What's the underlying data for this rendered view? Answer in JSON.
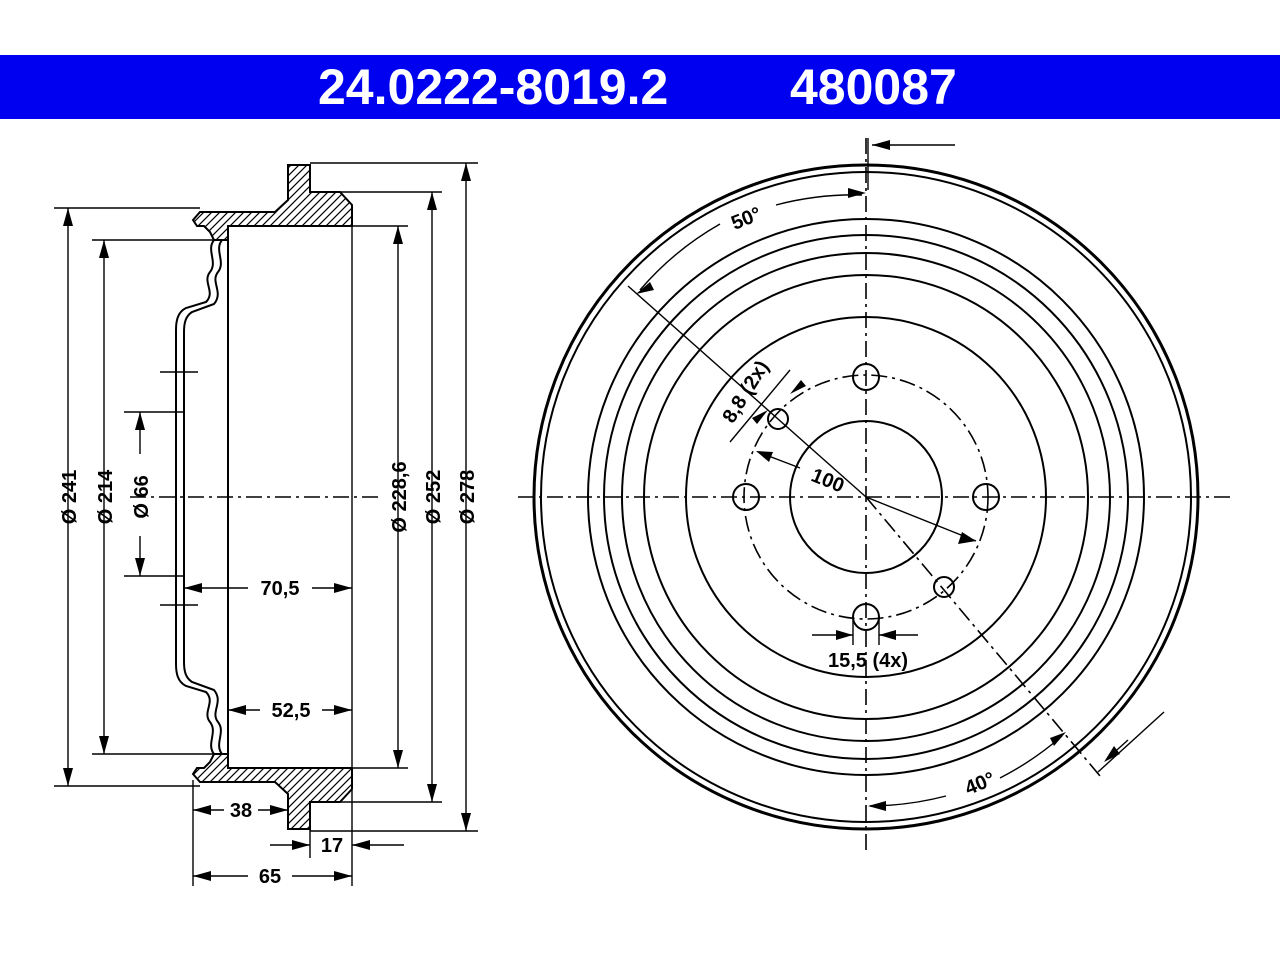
{
  "header": {
    "part_number": "24.0222-8019.2",
    "ref_number": "480087",
    "background_color": "#0000f0",
    "text_color": "#ffffff"
  },
  "side_view": {
    "diameters": {
      "d241": "Ø 241",
      "d214": "Ø 214",
      "d66": "Ø 66",
      "d228_6": "Ø 228,6",
      "d252": "Ø 252",
      "d278": "Ø 278"
    },
    "lengths": {
      "l70_5": "70,5",
      "l52_5": "52,5",
      "l38": "38",
      "l65": "65",
      "l17": "17"
    }
  },
  "front_view": {
    "angle_50": "50°",
    "angle_40": "40°",
    "hole_small": "8,8 (2x)",
    "pcd": "100",
    "hole_large": "15,5 (4x)"
  }
}
